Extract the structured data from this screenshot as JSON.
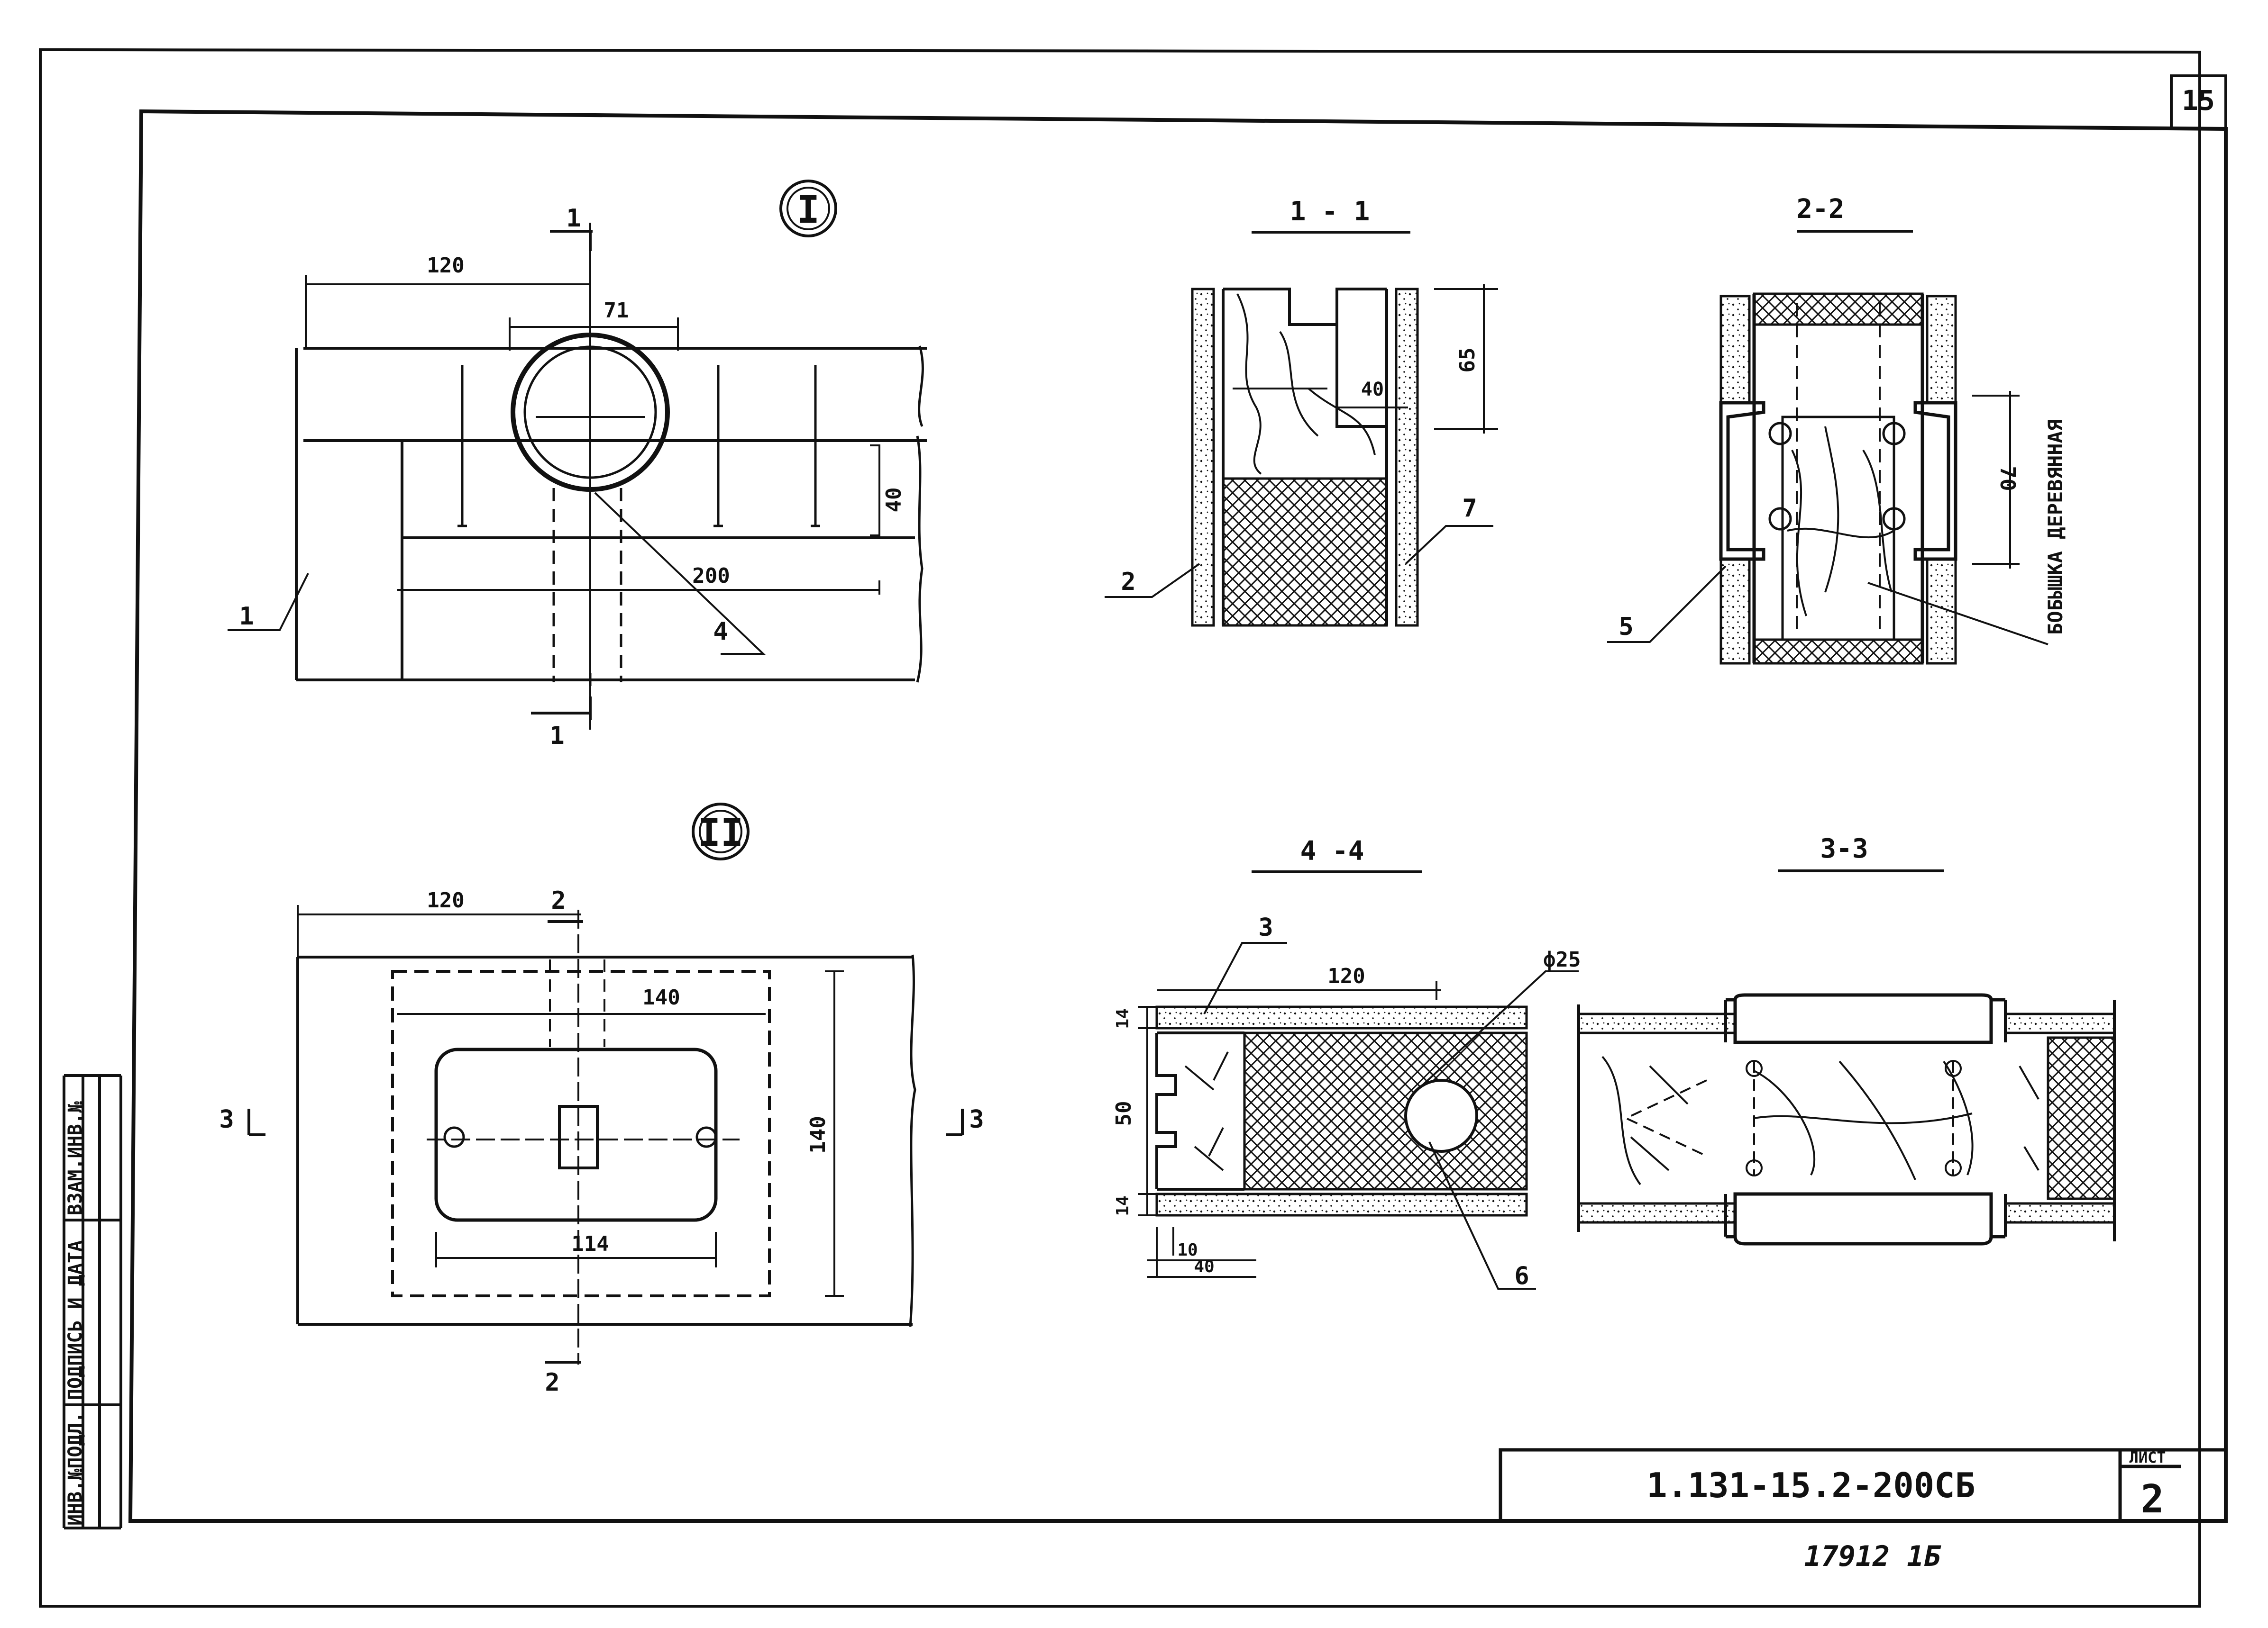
{
  "sheet": {
    "page_number": "15",
    "designation": "1.131-15.2-200СБ",
    "sheet_label": "ЛИСТ",
    "sheet_number": "2",
    "inventory_note": "17912 1Б"
  },
  "side_stamp": {
    "col1": "ИНВ.№ПОДЛ.",
    "col2": "ПОДПИСЬ И ДАТА",
    "col3": "ВЗАМ.ИНВ.№"
  },
  "node1": {
    "marker": "I",
    "dims": {
      "d120": "120",
      "d71": "71",
      "d40": "40",
      "d200": "200"
    },
    "cuts": {
      "top": "1",
      "bottom": "1"
    },
    "callouts": {
      "c1": "1",
      "c4": "4"
    }
  },
  "node2": {
    "marker": "II",
    "dims": {
      "d120": "120",
      "d140h": "140",
      "d140v": "140",
      "d114": "114"
    },
    "cuts": {
      "top": "2",
      "bottom": "2",
      "left": "3",
      "right": "3"
    }
  },
  "sec11": {
    "title": "1 - 1",
    "dims": {
      "d40": "40",
      "d65": "65"
    },
    "callouts": {
      "c2": "2",
      "c7": "7"
    }
  },
  "sec22": {
    "title": "2-2",
    "dims": {
      "d70": "70"
    },
    "callouts": {
      "c5": "5"
    },
    "vertical_label": "БОБЫШКА ДЕРЕВЯННАЯ"
  },
  "sec44": {
    "title": "4 -4",
    "dims": {
      "d120": "120",
      "d14a": "14",
      "d50": "50",
      "d14b": "14",
      "d10": "10",
      "d40": "40",
      "phi": "ф25"
    },
    "callouts": {
      "c3": "3",
      "c6": "6"
    }
  },
  "sec33": {
    "title": "3-3"
  }
}
